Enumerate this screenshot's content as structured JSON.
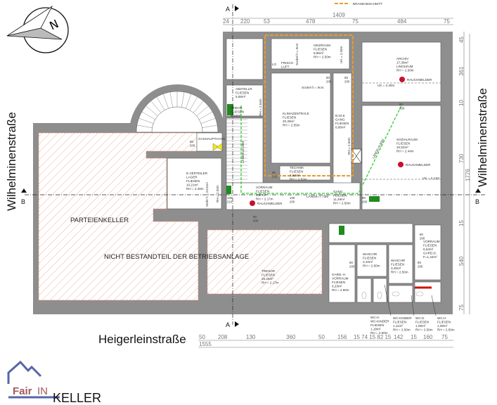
{
  "legend": {
    "fire_section_label": "BRANDABSCHNITT",
    "fire_section_color": "#e89a2e"
  },
  "title": "KELLER",
  "logo": {
    "text_fair": "Fair",
    "text_in": "IN"
  },
  "compass": {
    "label": "N"
  },
  "streets": {
    "left": "Wilhelminenstraße",
    "right": "Wilhelminenstraße",
    "bottom": "Heigerleinstraße"
  },
  "sections": {
    "a_top": "A",
    "a_bottom": "A",
    "b_left": "B",
    "b_right": "B"
  },
  "dimensions": {
    "top_total": "1409",
    "top": [
      "24",
      "220",
      "53",
      "478",
      "75",
      "484",
      "75"
    ],
    "right_total": "1776",
    "right": [
      "45",
      "361",
      "10",
      "730",
      "15",
      "540",
      "75"
    ],
    "bottom_total": "1555",
    "bottom": [
      "50",
      "208",
      "130",
      "360",
      "50",
      "156",
      "15 74 15 82 15",
      "142",
      "15",
      "160",
      "75"
    ]
  },
  "areas": {
    "parteienkeller": "PARTEIENKELLER",
    "not_part": "NICHT BESTANDTEIL DER BETRIEBSANLAGE"
  },
  "rooms": {
    "frischluft": [
      "FRISCH",
      "LUFT"
    ],
    "lo": [
      "LO"
    ],
    "heizraum": [
      "HEIZRAUM",
      "FLIESEN",
      "8,85m²",
      "RH = 2.50m"
    ],
    "abstellr": [
      "ABSTELLR.",
      "FLIESEN",
      "5,68m²"
    ],
    "stiege": [
      "STIEGE",
      "FLIESEN",
      "6,12m²"
    ],
    "klimazentrale": [
      "KLIMAZENTRALE",
      "FLIESEN",
      "20,35m²",
      "RH = 2.55m"
    ],
    "gang_b036": [
      "B.03.6",
      "GANG",
      "FLIESEN",
      "6,86m²"
    ],
    "technik": [
      "TECHNIK",
      "FLIESEN",
      "3,60m²",
      "RH = 2.52m"
    ],
    "vorraum": [
      "VORRAUM",
      "FLIESEN",
      "8,67m²",
      "RH = 2.17m"
    ],
    "gang": [
      "GANG",
      "FLIESEN",
      "11,49m²",
      "RH = 2.50m"
    ],
    "archiv": [
      "ARCHIV",
      "17,36m²",
      "LINOLEUM",
      "RH = 2.50m"
    ],
    "sozialraum": [
      "SOZIALRAUM",
      "FLIESEN",
      "34,52m²",
      "RH = 2.44m"
    ],
    "everteiler": [
      "E-VERTEILER",
      "LAGER",
      "FLIESEN",
      "10,21m²",
      "RH = 2.28m"
    ],
    "tresor": [
      "TRESOR",
      "FLIESEN",
      "26,28m²",
      "RH = 2.17m"
    ],
    "waschr1": [
      "WASCHR",
      "FLIESEN",
      "3,10m²",
      "RH = 2.50m"
    ],
    "waschr2": [
      "WASCHR",
      "FLIESEN",
      "3,45m²",
      "RH = 2.50m"
    ],
    "vorraum_d": [
      "VORRAUM",
      "FLIESEN",
      "6,64m²",
      "GARD.D.",
      "F=1,44m²"
    ],
    "vorraum_h": [
      "GARD.-H",
      "VORRAUM",
      "FLIESEN",
      "6,23m²",
      "RH = 2.50m"
    ],
    "wc_h_kinder": [
      "WC-H",
      "WC-KINDER",
      "FLIESEN",
      "1,18m²",
      "RH = 2.50m"
    ],
    "wc_kinder": [
      "WC-KINDER",
      "FLIESEN",
      "1,11m²",
      "RH = 2.50m"
    ],
    "wc_d": [
      "WC-D",
      "FLIESEN",
      "1,09m²",
      "RH = 2.50m"
    ],
    "wc_h": [
      "WC-H",
      "FLIESEN",
      "1,09m²",
      "RH = 2.50m"
    ],
    "gashaupthahn": [
      "GASHAUPTHAHN"
    ]
  },
  "annotations": {
    "smoke_detector": "RAUCHMELDER",
    "uk_archiv": "UK = 2.25m",
    "uk_sozial": "UK = 2.13m",
    "sockel_1": "Sockel h = 9cm",
    "sockel_2": "Sockel h = 9cm",
    "length_corridor": "LÄNGE=7.73M",
    "length_diagonal": "LÄNGE=8.90M",
    "length_stair": "LÄNGE=6.28M",
    "rh_stair": "RH = 2.54m",
    "rh_gang": "RH = 2.54m",
    "rh_ever": "RH = 2.53m",
    "stufe": "Stufe h = 24.5cm",
    "uk_heiz": "UK = 2.33m"
  },
  "doors": [
    [
      "80",
      "200"
    ],
    [
      "80",
      "200"
    ],
    [
      "85",
      "200"
    ],
    [
      "100",
      "210"
    ],
    [
      "100",
      "200"
    ],
    [
      "90",
      "200"
    ],
    [
      "80",
      "200"
    ],
    [
      "80",
      "200"
    ],
    [
      "80",
      "200"
    ],
    [
      "80",
      "200"
    ],
    [
      "80",
      "200"
    ],
    [
      "90",
      "200"
    ]
  ],
  "colors": {
    "wall": "#8e8e8e",
    "escape": "#33cc33",
    "smoke": "#c8102e",
    "hatch": "#e6866e"
  }
}
